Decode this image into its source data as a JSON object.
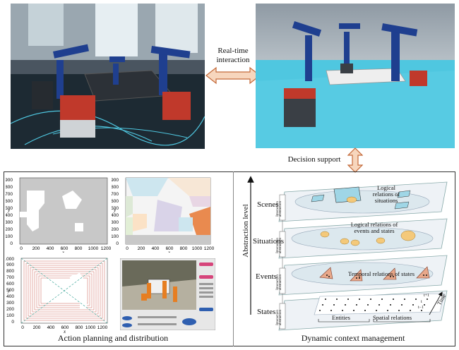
{
  "top": {
    "interaction_label_line1": "Real-time",
    "interaction_label_line2": "interaction",
    "decision_label": "Decision support"
  },
  "left_panel": {
    "caption": "Action planning and distribution",
    "plot_xticks": [
      "0",
      "200",
      "400",
      "600",
      "800",
      "1000",
      "1200"
    ],
    "plot_yticks": [
      "900",
      "800",
      "700",
      "600",
      "500",
      "400",
      "300",
      "200",
      "100",
      "0"
    ],
    "plot3_xticks": [
      "0",
      "200",
      "400",
      "600",
      "800",
      "1000",
      "1200"
    ],
    "plot3_yticks": [
      "1000",
      "900",
      "800",
      "700",
      "600",
      "500",
      "400",
      "300",
      "200",
      "100",
      "0"
    ],
    "x_axis": "x",
    "y_axis": "y"
  },
  "right_panel": {
    "axis_label": "Abstraction level",
    "time_label": "Time",
    "caption": "Dynamic context management",
    "levels": [
      {
        "name": "Scenes",
        "note_line1": "Logical",
        "note_line2": "relations of",
        "note_line3": "situations"
      },
      {
        "name": "Situations",
        "note_line1": "Logical relations of",
        "note_line2": "events and states"
      },
      {
        "name": "Events",
        "note_line1": "Temporal relations of states"
      },
      {
        "name": "States",
        "entities": "Entities",
        "spatial": "Spatial relations"
      }
    ],
    "interaction_tag_line1": "Interaction",
    "interaction_tag_line2": "abstraction",
    "time_marks": [
      "t+1",
      "t",
      "t−1"
    ]
  },
  "colors": {
    "arrow_fill": "#f7d6bd",
    "arrow_stroke": "#c46a3a",
    "floor": "#4fc7e0",
    "robot_blue": "#1f3f8f",
    "obstacle_gray": "#bdbdbd",
    "path_red": "#c0392b"
  }
}
